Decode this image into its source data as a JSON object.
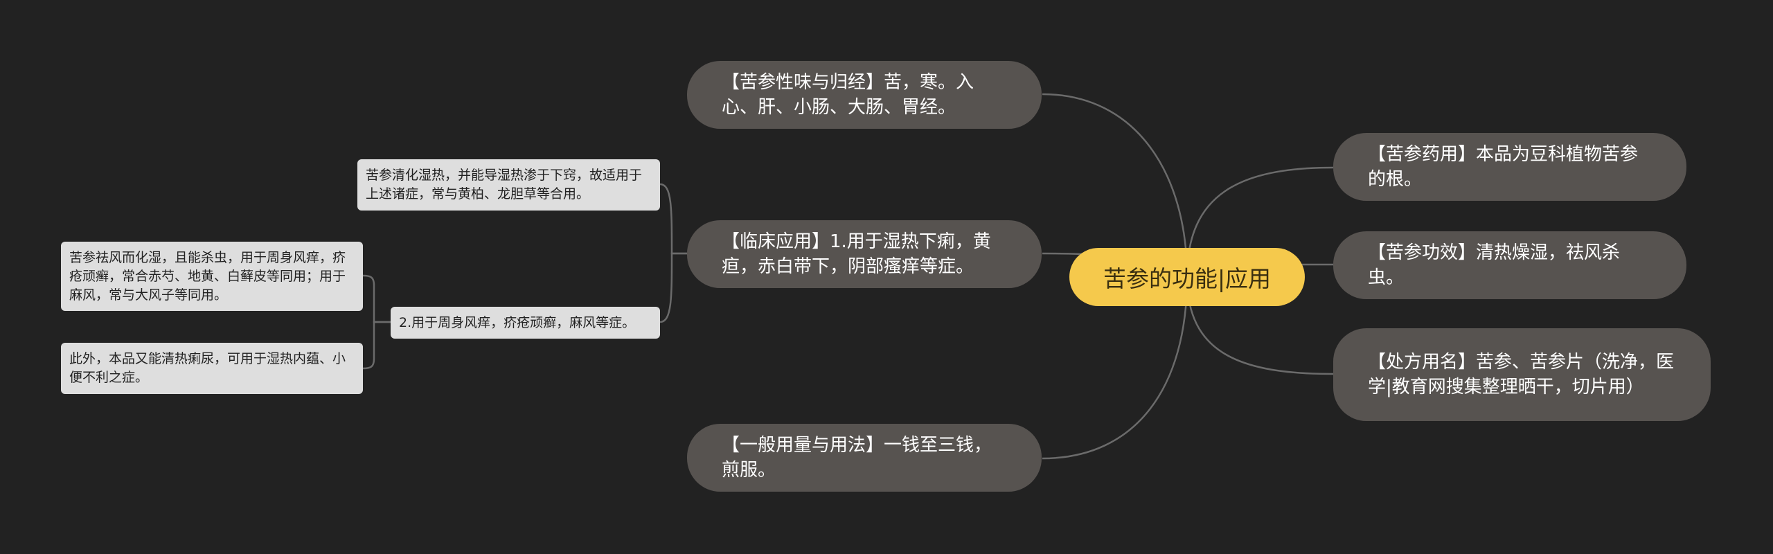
{
  "center": {
    "label": "苦参的功能|应用"
  },
  "right": [
    {
      "label": "【苦参药用】本品为豆科植物苦参的根。"
    },
    {
      "label": "【苦参功效】清热燥湿，祛风杀虫。"
    },
    {
      "label": "【处方用名】苦参、苦参片（洗净，医学|教育网搜集整理晒干，切片用）"
    }
  ],
  "left": [
    {
      "label": "【苦参性味与归经】苦，寒。入心、肝、小肠、大肠、胃经。"
    },
    {
      "label": "【临床应用】1.用于湿热下痢，黄疸，赤白带下，阴部瘙痒等症。"
    },
    {
      "label": "【一般用量与用法】一钱至三钱，煎服。"
    }
  ],
  "clinical_children": [
    {
      "label": "苦参清化湿热，并能导湿热渗于下窍，故适用于上述诸症，常与黄柏、龙胆草等合用。"
    },
    {
      "label": "2.用于周身风痒，疥疮顽癣，麻风等症。"
    }
  ],
  "item2_children": [
    {
      "label": "苦参祛风而化湿，且能杀虫，用于周身风痒，疥疮顽癣，常合赤芍、地黄、白藓皮等同用；用于麻风，常与大风子等同用。"
    },
    {
      "label": "此外，本品又能清热痢尿，可用于湿热内蕴、小便不利之症。"
    }
  ],
  "colors": {
    "background": "#222222",
    "center": "#f5c94c",
    "pill": "#575350",
    "card": "#dedede",
    "link": "#6b6b6b"
  }
}
